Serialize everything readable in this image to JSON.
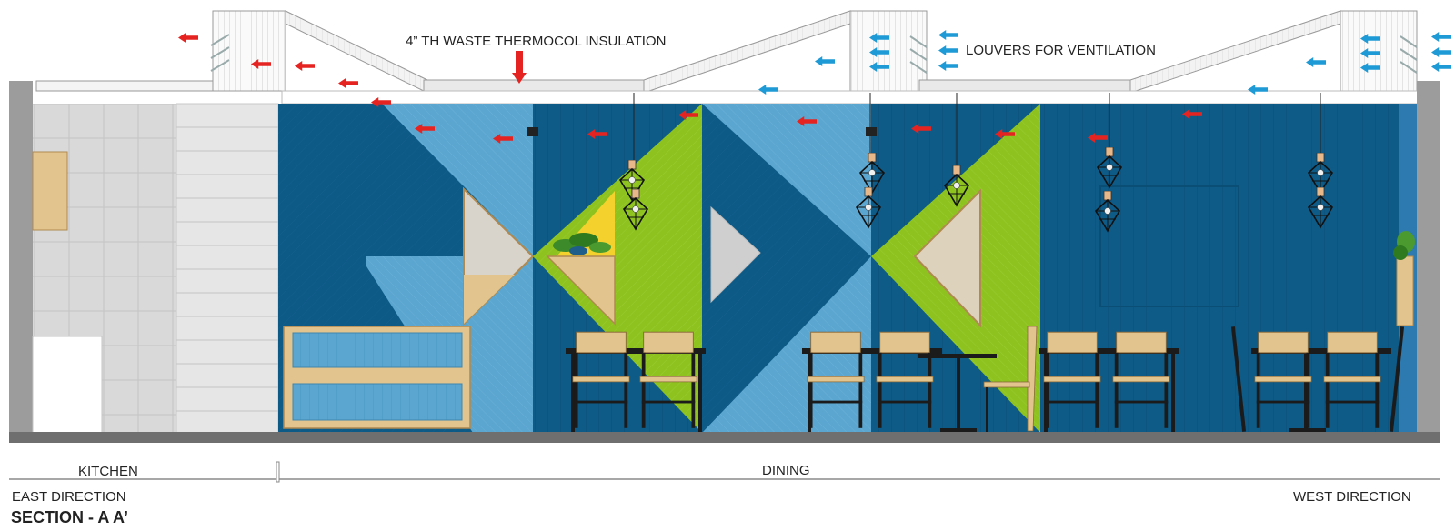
{
  "annotations": {
    "insulation": "4” TH WASTE THERMOCOL INSULATION",
    "louvers": "LOUVERS FOR VENTILATION"
  },
  "zones": {
    "kitchen": "KITCHEN",
    "dining": "DINING"
  },
  "directions": {
    "east": "EAST DIRECTION",
    "west": "WEST DIRECTION"
  },
  "title": "SECTION - A A’",
  "colors": {
    "wall_dark_blue": "#0d5a86",
    "wall_light_blue": "#5aa6d0",
    "wall_green": "#8dc21f",
    "accent_yellow": "#f4d12c",
    "wood": "#e2c48e",
    "wall_grey": "#9c9c9c",
    "floor_grey": "#6f6f6f",
    "hot_air_arrow": "#e52421",
    "cool_air_arrow": "#1e9ad6",
    "furniture_black": "#1b1b1b"
  },
  "icons": {
    "hot_air": "red-airflow-arrow-icon",
    "cool_air": "blue-airflow-arrow-icon",
    "lamp": "cage-pendant-lamp-icon",
    "plant": "plant-icon"
  }
}
